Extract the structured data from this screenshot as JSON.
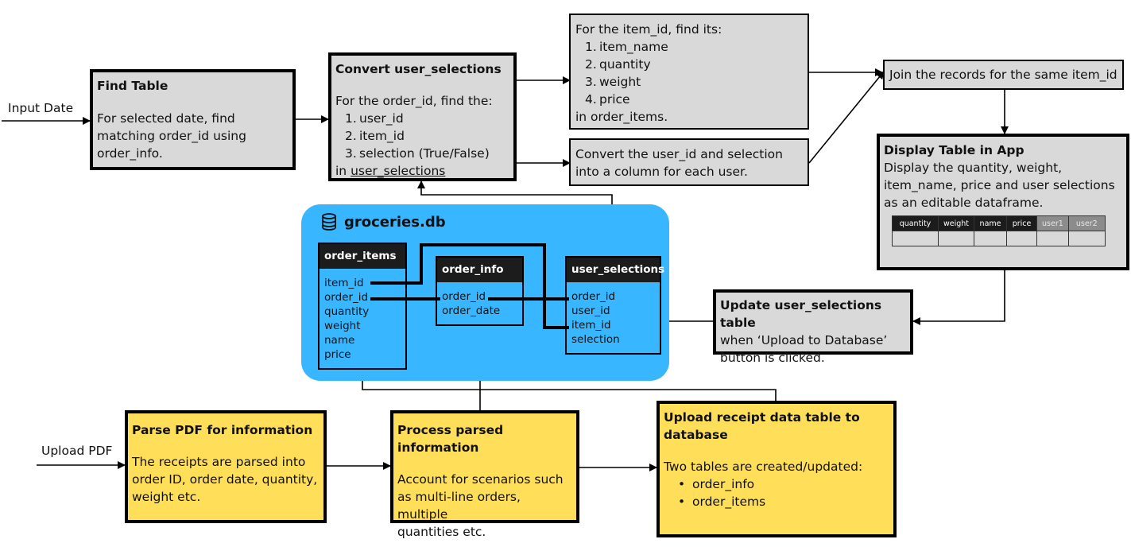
{
  "inputs": {
    "input_date": "Input Date",
    "upload_pdf": "Upload PDF"
  },
  "find_table": {
    "title": "Find Table",
    "text": "For selected date, find\nmatching order_id using\norder_info."
  },
  "convert": {
    "title": "Convert user_selections",
    "intro": "For the order_id, find the:",
    "items": [
      "user_id",
      "item_id",
      "selection (True/False)"
    ],
    "footer_prefix": "in ",
    "footer_link": "user_selections"
  },
  "item_lookup": {
    "intro": "For the item_id, find its:",
    "items": [
      "item_name",
      "quantity",
      "weight",
      "price"
    ],
    "footer": "in order_items."
  },
  "convert_user": {
    "text": "Convert the user_id and selection\ninto a column for each user."
  },
  "join": {
    "text": "Join the records for the same item_id"
  },
  "display": {
    "title": "Display Table in App",
    "text": "Display the quantity, weight,\nitem_name, price and user selections\nas an editable dataframe.",
    "columns": [
      "quantity",
      "weight",
      "name",
      "price",
      "user1",
      "user2"
    ]
  },
  "update": {
    "title": "Update user_selections table",
    "text": "when ‘Upload to Database’\nbutton is clicked."
  },
  "database": {
    "name": "groceries.db",
    "tables": [
      {
        "name": "order_items",
        "fields": [
          "item_id",
          "order_id",
          "quantity",
          "weight",
          "name",
          "price"
        ]
      },
      {
        "name": "order_info",
        "fields": [
          "order_id",
          "order_date"
        ]
      },
      {
        "name": "user_selections",
        "fields": [
          "order_id",
          "user_id",
          "item_id",
          "selection"
        ]
      }
    ]
  },
  "parse": {
    "title": "Parse PDF for information",
    "text": "The receipts are parsed into\norder ID, order date, quantity,\nweight etc."
  },
  "process": {
    "title": "Process parsed information",
    "text": "Account for scenarios such\nas multi-line orders, multiple\nquantities etc."
  },
  "upload": {
    "title": "Upload receipt data table to\ndatabase",
    "intro": "Two tables are created/updated:",
    "items": [
      "order_info",
      "order_items"
    ]
  }
}
